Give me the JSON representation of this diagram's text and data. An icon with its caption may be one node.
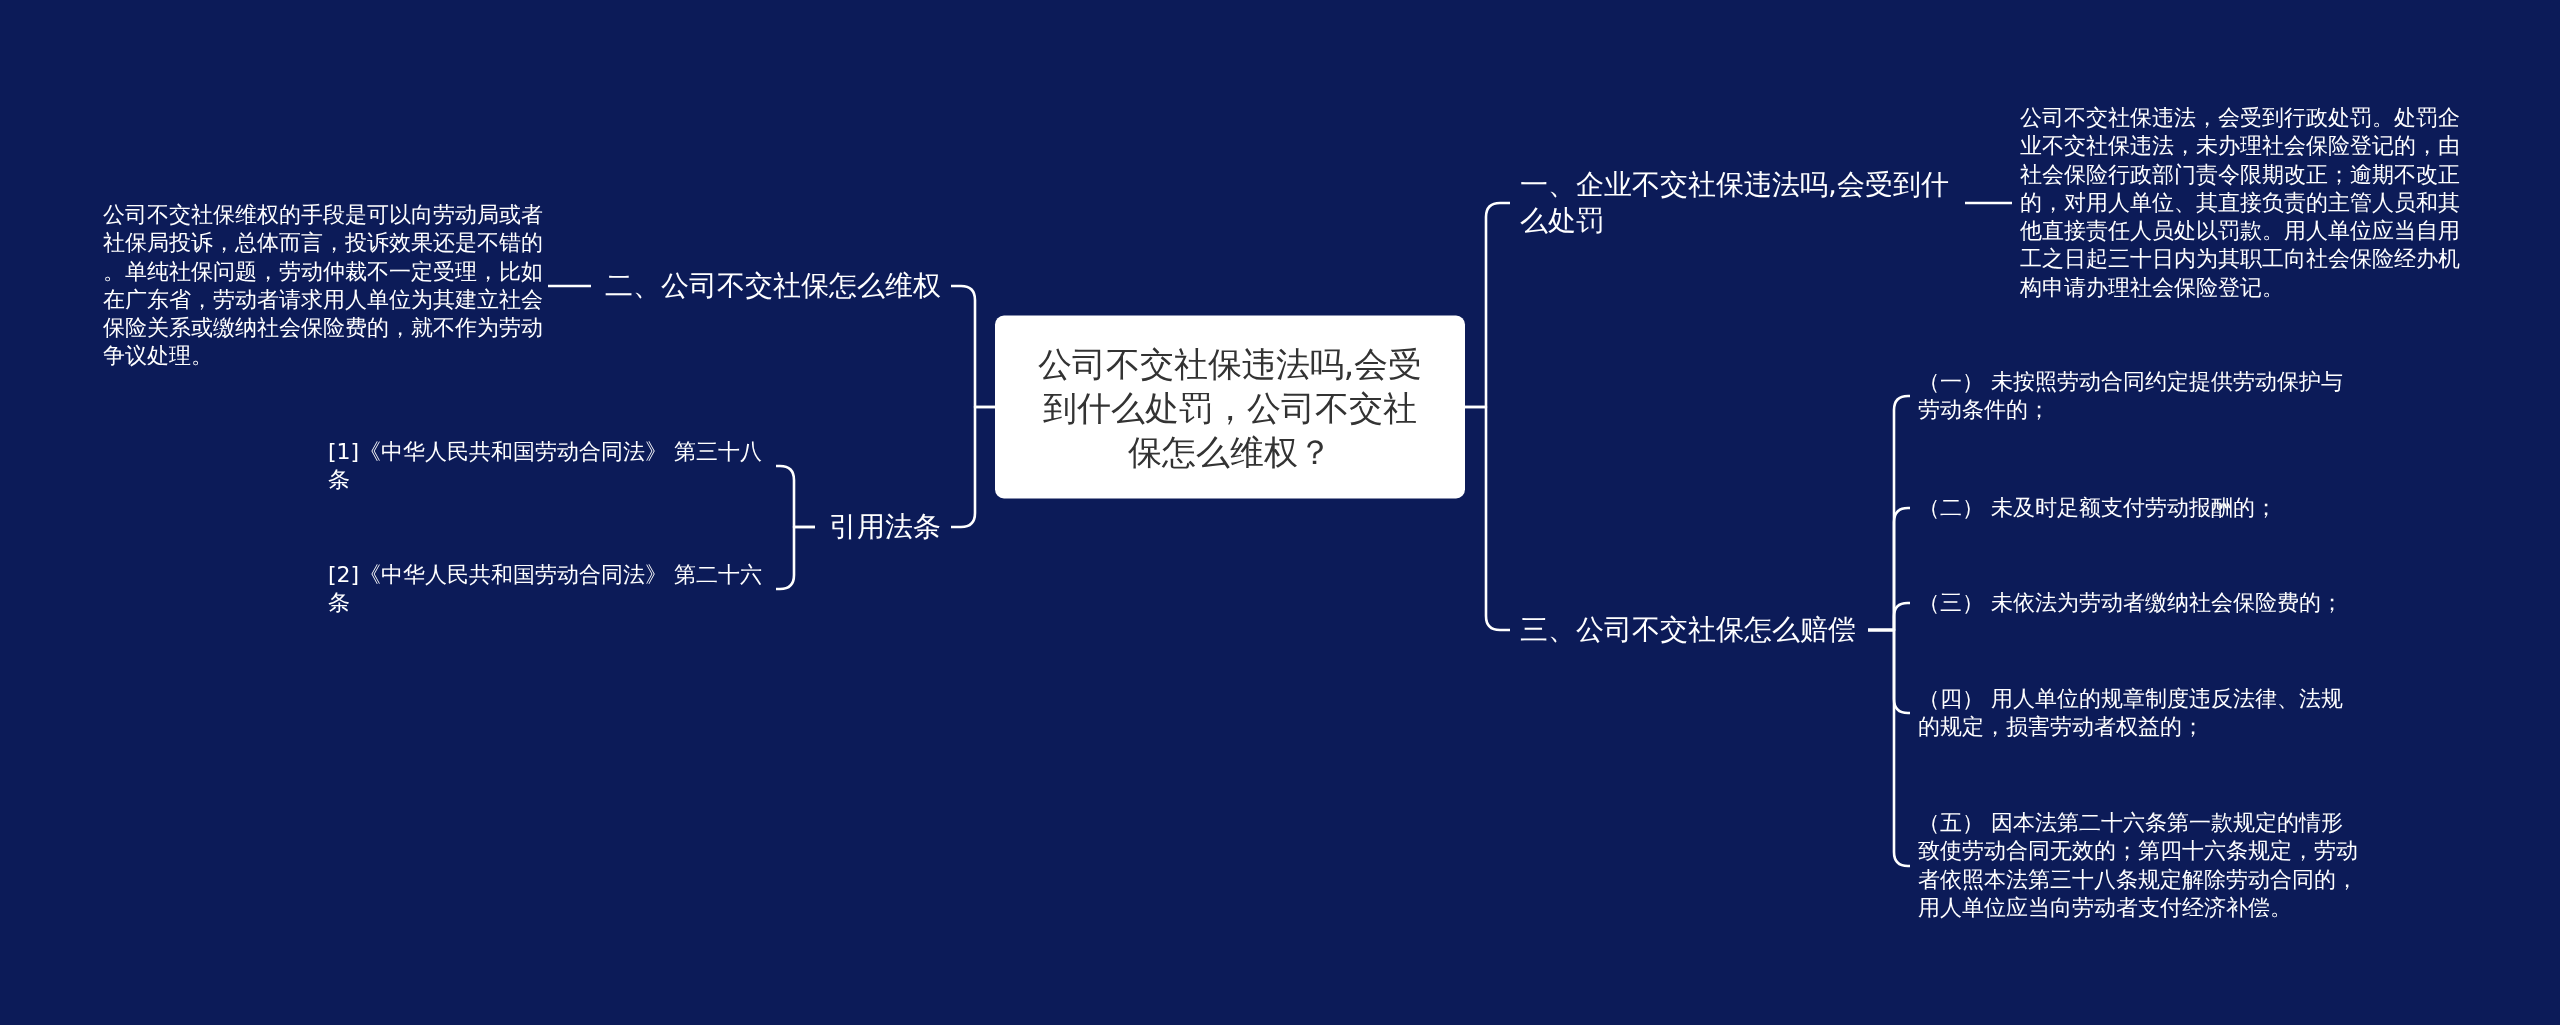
{
  "diagram": {
    "nodes": [
      {
        "text": [
          "公司不交社保违法吗,会受到什么处罚，公司不交社保怎么维权？"
        ]
      },
      {
        "text": [
          "一、企业不交社保违法吗,会受到什么处罚"
        ]
      },
      {
        "text": [
          "公司不交社保违法，会受到行政处罚。处罚企业不交社保违法，未办理社会保险登记的，由社会保险行政部门责令限期改正；逾期不改正的，对用人单位、其直接负责的主管人员和其他直接责任人员处以罚款。用人单位应当自用工之日起三十日内为其职工向社会保险经办机构申请办理社会保险登记。"
        ]
      },
      {
        "text": [
          "三、公司不交社保怎么赔偿"
        ]
      },
      {
        "text": [
          "（一） 未按照劳动合同约定提供劳动保护与劳动条件的；"
        ]
      },
      {
        "text": [
          "（二） 未及时足额支付劳动报酬的；"
        ]
      },
      {
        "text": [
          "（三） 未依法为劳动者缴纳社会保险费的；"
        ]
      },
      {
        "text": [
          "（四） 用人单位的规章制度违反法律、法规的规定，损害劳动者权益的；"
        ]
      },
      {
        "text": [
          "（五） 因本法第二十六条第一款规定的情形致使劳动合同无效的；第四十六条规定，劳动者依照本法第三十八条规定解除劳动合同的，用人单位应当向劳动者支付经济补偿。"
        ]
      },
      {
        "text": [
          "二、公司不交社保怎么维权"
        ]
      },
      {
        "text": [
          "公司不交社保维权的手段是可以向劳动局或者社保局投诉，总体而言，投诉效果还是不错的。单纯社保问题，劳动仲裁不一定受理，比如在广东省，劳动者请求用人单位为其建立社会保险关系或缴纳社会保险费的，就不作为劳动争议处理。"
        ]
      },
      {
        "text": [
          "引用法条"
        ]
      },
      {
        "text": [
          "[1]《中华人民共和国劳动合同法》 第三十八条"
        ]
      },
      {
        "text": [
          "[2]《中华人民共和国劳动合同法》 第二十六条"
        ]
      }
    ],
    "edges": [
      {
        "from": 0,
        "to": 1,
        "arrow": "none"
      },
      {
        "from": 1,
        "to": 2,
        "arrow": "none"
      },
      {
        "from": 0,
        "to": 3,
        "arrow": "none"
      },
      {
        "from": 3,
        "to": 4,
        "arrow": "none"
      },
      {
        "from": 3,
        "to": 5,
        "arrow": "none"
      },
      {
        "from": 3,
        "to": 6,
        "arrow": "none"
      },
      {
        "from": 3,
        "to": 7,
        "arrow": "none"
      },
      {
        "from": 3,
        "to": 8,
        "arrow": "none"
      },
      {
        "from": 0,
        "to": 9,
        "arrow": "none"
      },
      {
        "from": 9,
        "to": 10,
        "arrow": "none"
      },
      {
        "from": 0,
        "to": 11,
        "arrow": "none"
      },
      {
        "from": 11,
        "to": 12,
        "arrow": "none"
      },
      {
        "from": 11,
        "to": 13,
        "arrow": "none"
      }
    ]
  }
}
